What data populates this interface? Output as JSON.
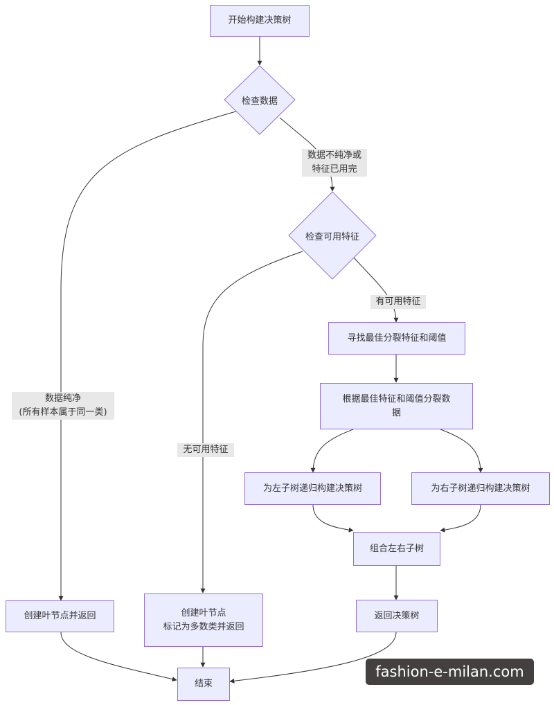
{
  "nodes": {
    "start": "开始构建决策树",
    "check_data": "检查数据",
    "check_features": "检查可用特征",
    "find_split": "寻找最佳分裂特征和阈值",
    "split_data": "根据最佳特征和阈值分裂数\n据",
    "build_left": "为左子树递归构建决策树",
    "build_right": "为右子树递归构建决策树",
    "combine": "组合左右子树",
    "leaf_pure": "创建叶节点并返回",
    "leaf_majority": "创建叶节点\n标记为多数类并返回",
    "return_tree": "返回决策树",
    "end": "结束"
  },
  "edge_labels": {
    "impure": "数据不纯净或\n特征已用完",
    "has_features": "有可用特征",
    "pure": "数据纯净\n(所有样本属于同一类)",
    "no_features": "无可用特征"
  },
  "watermark": "fashion-e-milan.com",
  "colors": {
    "node_fill": "#ececff",
    "node_border": "#9370db",
    "edge": "#333333",
    "edge_label_bg": "#e8e8e8"
  }
}
